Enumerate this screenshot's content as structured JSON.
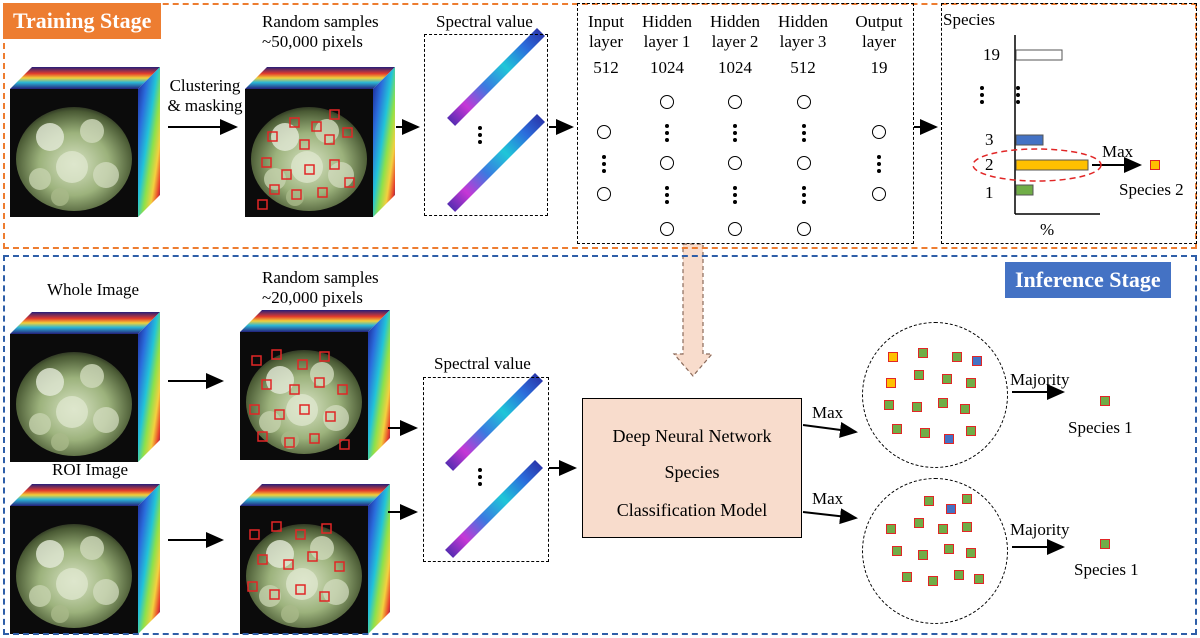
{
  "training": {
    "title": "Training Stage",
    "title_color": "#ed7d31",
    "clustering_label": "Clustering\n& masking",
    "random_samples": "Random samples\n~50,000 pixels",
    "spectral_label": "Spectral value"
  },
  "network": {
    "layers": [
      {
        "name": "Input\nlayer",
        "size": "512"
      },
      {
        "name": "Hidden\nlayer 1",
        "size": "1024"
      },
      {
        "name": "Hidden\nlayer 2",
        "size": "1024"
      },
      {
        "name": "Hidden\nlayer 3",
        "size": "512"
      },
      {
        "name": "Output\nlayer",
        "size": "19"
      }
    ]
  },
  "output_chart": {
    "y_title": "Species",
    "x_title": "%",
    "tick_top": "19",
    "tick_3": "3",
    "tick_2": "2",
    "tick_1": "1",
    "max_label": "Max",
    "result_label": "Species 2",
    "bars": [
      {
        "species": "19",
        "value": 0.6,
        "color": "#ffffff"
      },
      {
        "species": "3",
        "value": 0.35,
        "color": "#4472c4"
      },
      {
        "species": "2",
        "value": 0.95,
        "color": "#ffc000"
      },
      {
        "species": "1",
        "value": 0.22,
        "color": "#70ad47"
      }
    ]
  },
  "inference": {
    "title": "Inference Stage",
    "title_color": "#4472c4",
    "whole_image": "Whole Image",
    "roi_image": "ROI Image",
    "random_samples": "Random samples\n~20,000 pixels",
    "spectral_label": "Spectral value",
    "model_line1": "Deep Neural Network",
    "model_line2": "Species",
    "model_line3": "Classification Model",
    "max_top": "Max",
    "max_bottom": "Max",
    "majority_top": "Majority",
    "majority_bottom": "Majority",
    "result_top": "Species 1",
    "result_bottom": "Species 1"
  },
  "colors": {
    "sample_green": "#70ad47",
    "sample_orange": "#ffc000",
    "sample_blue": "#4472c4",
    "sample_border": "#e12626",
    "model_fill": "#f8dccc",
    "arrow_fill": "#f8dccc"
  }
}
